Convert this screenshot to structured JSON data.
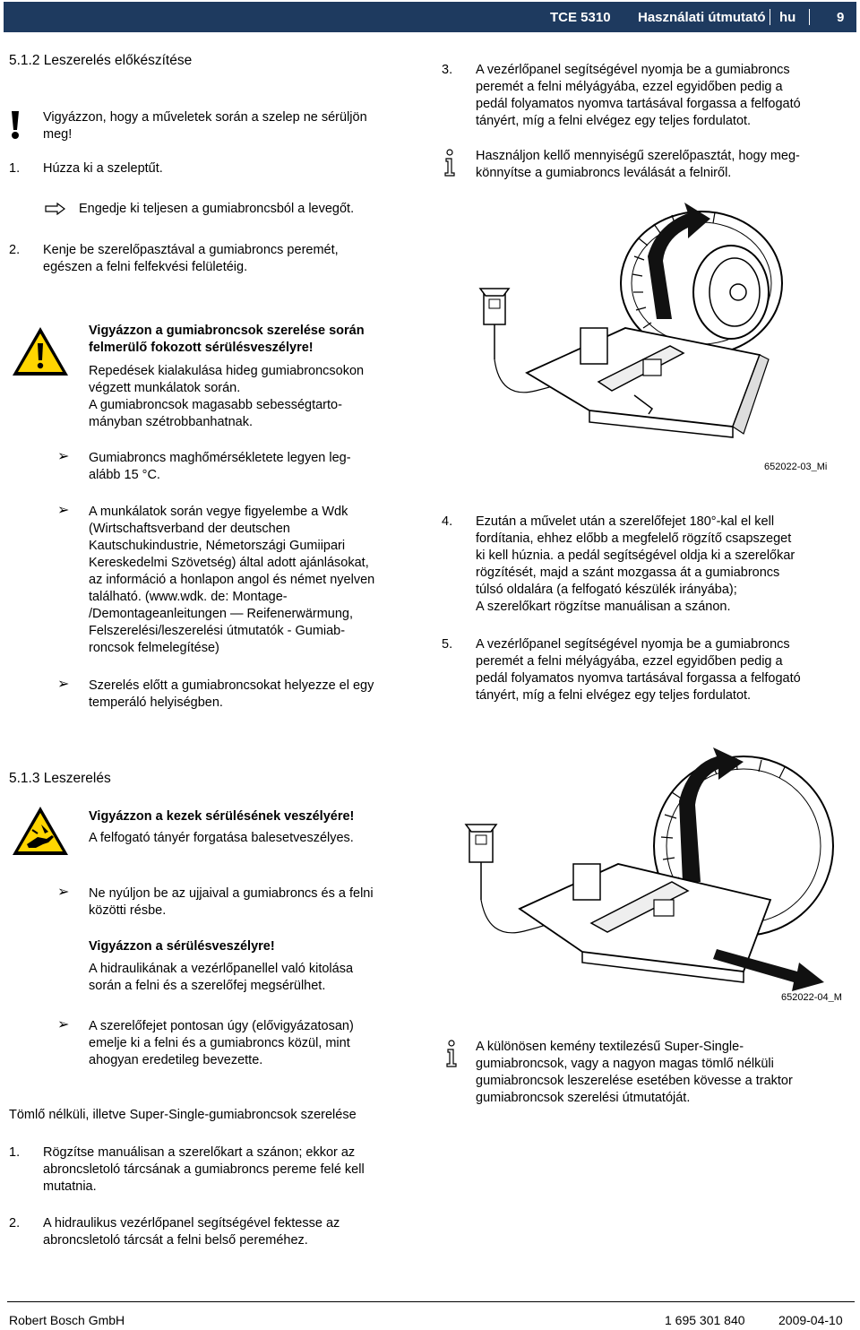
{
  "header": {
    "product": "TCE 5310",
    "doc_title": "Használati útmutató",
    "lang": "hu",
    "page": "9"
  },
  "left": {
    "s512_title": "5.1.2 Leszerelés előkészítése",
    "caution1": [
      "Vigyázzon, hogy a műveletek során a szelep ne sérüljön",
      "meg!"
    ],
    "step1_num": "1.",
    "step1": "Húzza ki a szeleptűt.",
    "result1": "Engedje ki teljesen a gumiabroncsból a levegőt.",
    "step2_num": "2.",
    "step2": [
      "Kenje be szerelőpasztával a gumiabroncs peremét,",
      "egészen a felni felfekvési felületéig."
    ],
    "warn_title": [
      "Vigyázzon a gumiabroncsok szerelése során",
      "felmerülő fokozott sérülésveszélyre!"
    ],
    "warn_body": [
      "Repedések kialakulása hideg gumiabroncsokon",
      "végzett munkálatok során.",
      "A gumiabroncsok magasabb sebességtarto-",
      "mányban szétrobbanhatnak."
    ],
    "bullet1": [
      "Gumiabroncs maghőmérsékletete legyen  leg-",
      "alább 15 °C."
    ],
    "bullet2": [
      "A munkálatok során vegye figyelembe a Wdk",
      "(Wirtschaftsverband der deutschen",
      "Kautschukindustrie, Németországi Gumiipari",
      "Kereskedelmi Szövetség) által adott ajánlásokat,",
      "az információ a honlapon angol és német nyelven",
      "található. (www.wdk. de: Montage-",
      "/Demontageanleitungen — Reifenerwärmung,",
      "Felszerelési/leszerelési útmutatók - Gumiab-",
      "roncsok felmelegítése)"
    ],
    "bullet3": [
      "Szerelés előtt a gumiabroncsokat helyezze el egy",
      "temperáló helyiségben."
    ]
  },
  "right": {
    "step3_num": "3.",
    "step3": [
      "A vezérlőpanel segítségével nyomja be a gumiabroncs",
      "peremét a felni mélyágyába, ezzel egyidőben pedig a",
      "pedál folyamatos nyomva tartásával forgassa a felfogató",
      "tányért, míg a felni elvégez egy teljes fordulatot."
    ],
    "note1": [
      "Használjon kellő mennyiségű szerelőpasztát, hogy meg-",
      "könnyítse a gumiabroncs leválását a felniről."
    ],
    "fig1_label": "652022-03_Mi",
    "step4_num": "4.",
    "step4": [
      "Ezután a művelet után a szerelőfejet 180°-kal el kell",
      "fordítania, ehhez előbb a megfelelő rögzítő csapszeget",
      "ki kell húznia. a pedál segítségével oldja ki a szerelőkar",
      "rögzítését, majd a szánt mozgassa át a gumiabroncs",
      "túlsó oldalára (a felfogató készülék irányába);",
      "A szerelőkart rögzítse manuálisan a szánon."
    ],
    "step5_num": "5.",
    "step5": [
      "A vezérlőpanel segítségével nyomja be a gumiabroncs",
      "peremét a felni mélyágyába, ezzel egyidőben pedig a",
      "pedál folyamatos nyomva tartásával forgassa a felfogató",
      "tányért, míg a felni elvégez egy teljes fordulatot."
    ]
  },
  "s513": {
    "title": "5.1.3 Leszerelés",
    "hand_title": "Vigyázzon a kezek sérülésének veszélyére!",
    "hand_body": "A felfogató tányér forgatása balesetveszélyes.",
    "bullet4": [
      "Ne nyúljon be az ujjaival a gumiabroncs és a felni",
      "közötti résbe."
    ],
    "inj_title": "Vigyázzon a sérülésveszélyre!",
    "inj_body": [
      "A hidraulikának a vezérlőpanellel való kitolása",
      "során a felni és a szerelőfej megsérülhet."
    ],
    "bullet5": [
      "A szerelőfejet pontosan úgy (elővigyázatosan)",
      "emelje ki a felni és a gumiabroncs közül, mint",
      "ahogyan eredetileg bevezette."
    ],
    "tubeless_title": "Tömlő nélküli, illetve Super-Single-gumiabroncsok szerelése",
    "t1_num": "1.",
    "t1": [
      "Rögzítse manuálisan a szerelőkart a szánon; ekkor az",
      "abroncsletoló tárcsának a gumiabroncs pereme felé kell",
      "mutatnia."
    ],
    "t2_num": "2.",
    "t2": [
      "A hidraulikus vezérlőpanel segítségével fektesse az",
      "abroncsletoló tárcsát a felni belső pereméhez."
    ],
    "fig2_label": "652022-04_Mi",
    "note2": [
      "A különösen kemény textilezésű Super-Single-",
      "gumiabroncsok, vagy a nagyon magas tömlő nélküli",
      "gumiabroncsok leszerelése esetében kövesse a traktor",
      "gumiabroncsok szerelési útmutatóját."
    ]
  },
  "footer": {
    "company": "Robert Bosch GmbH",
    "docnum": "1 695 301 840",
    "date": "2009-04-10"
  }
}
